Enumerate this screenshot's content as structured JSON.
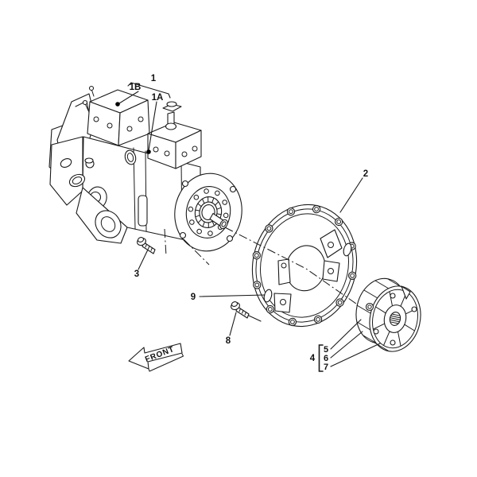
{
  "callouts": {
    "part1": {
      "label": "1"
    },
    "part1A": {
      "label": "1A"
    },
    "part1B": {
      "label": "1B"
    },
    "part2": {
      "label": "2"
    },
    "part3": {
      "label": "3"
    },
    "part4": {
      "label": "4"
    },
    "part5": {
      "label": "5"
    },
    "part6": {
      "label": "6"
    },
    "part7": {
      "label": "7"
    },
    "part8": {
      "label": "8"
    },
    "part9": {
      "label": "9"
    }
  },
  "front_arrow": {
    "label": "FRONT"
  },
  "colors": {
    "line": "#1a1a1a",
    "background": "#ffffff",
    "callout_dot": "#000000"
  }
}
